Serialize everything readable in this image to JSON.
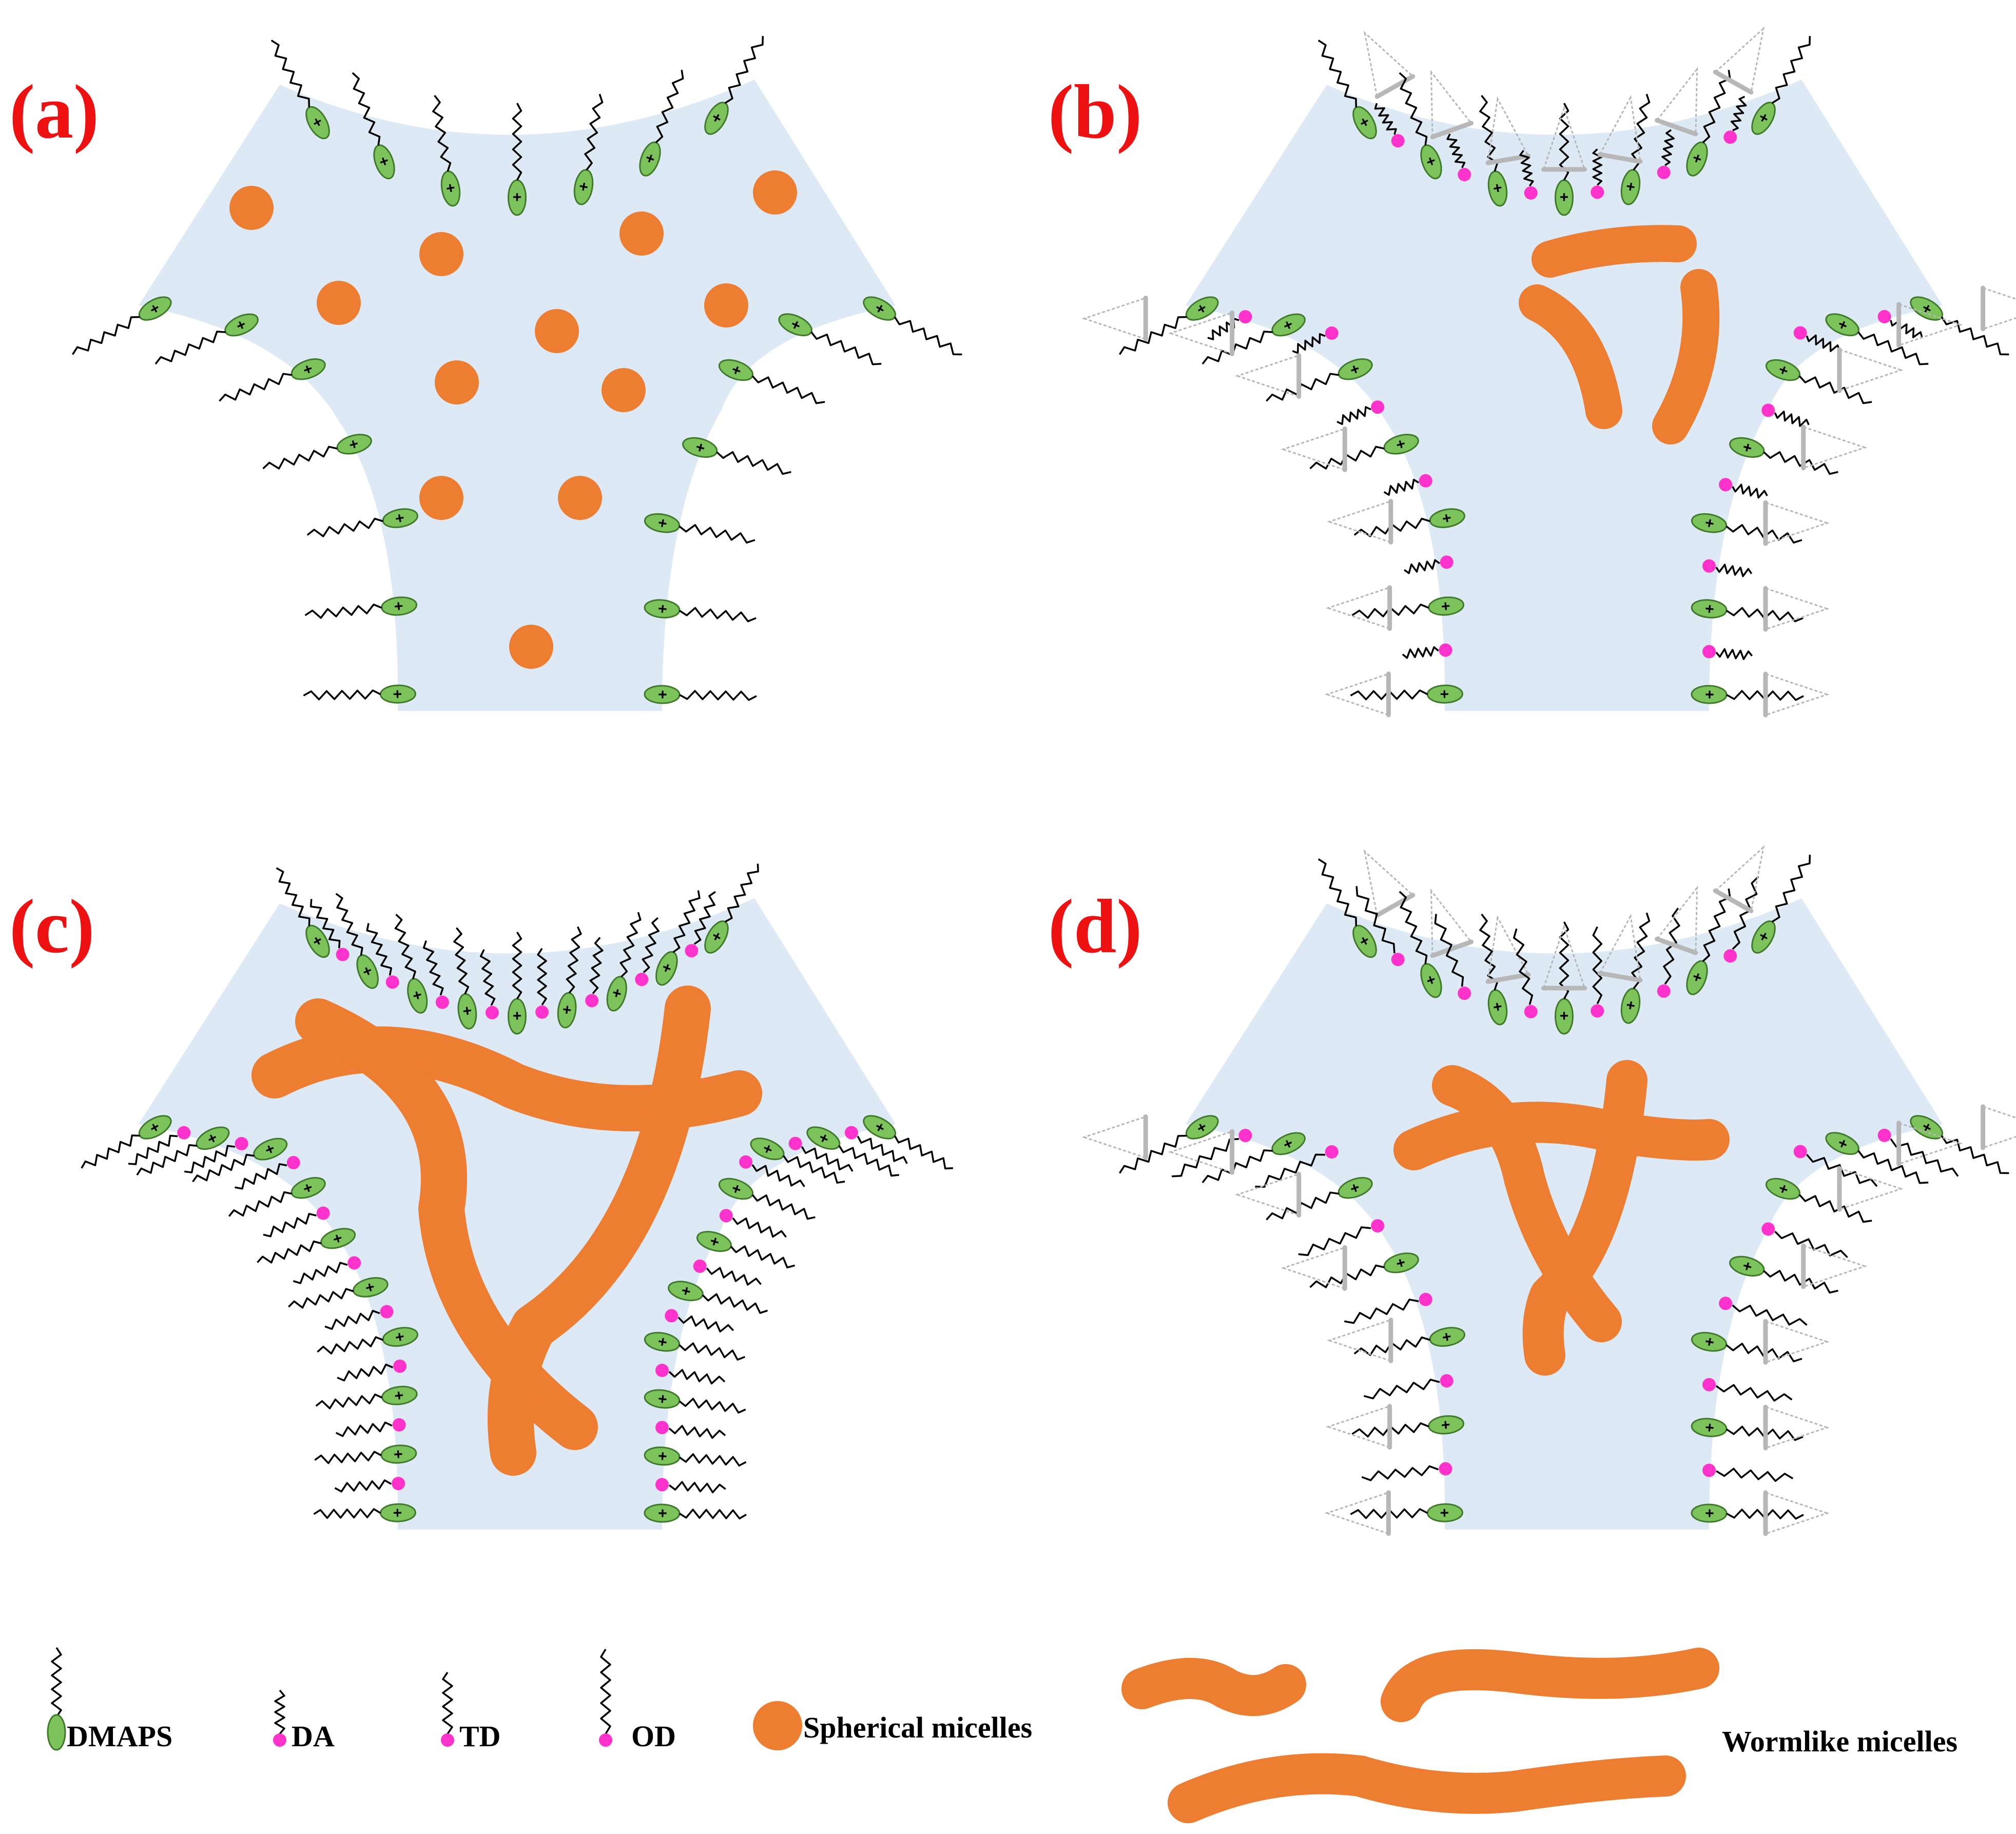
{
  "colors": {
    "background": "#ffffff",
    "channel": "#dde9f5",
    "micelle": "#ed7d31",
    "zwitterion_head": "#7dc35c",
    "zwitterion_outline": "#3f7a2a",
    "counterion": "#ff33cc",
    "label": "#ee1111",
    "wedge": "#b7b7b7"
  },
  "panels": [
    {
      "key": "a",
      "label": "(a)",
      "micelle_type": "spherical",
      "additive": "none"
    },
    {
      "key": "b",
      "label": "(b)",
      "micelle_type": "wormlike",
      "additive": "DA"
    },
    {
      "key": "c",
      "label": "(c)",
      "micelle_type": "wormlike",
      "additive": "TD"
    },
    {
      "key": "d",
      "label": "(d)",
      "micelle_type": "wormlike",
      "additive": "OD"
    }
  ],
  "legend": {
    "items": [
      {
        "key": "dmaps",
        "label": "DMAPS",
        "icon": "zwitterion-surfactant-icon"
      },
      {
        "key": "da",
        "label": "DA",
        "icon": "short-chain-surfactant-icon"
      },
      {
        "key": "td",
        "label": "TD",
        "icon": "medium-chain-surfactant-icon"
      },
      {
        "key": "od",
        "label": "OD",
        "icon": "long-chain-surfactant-icon"
      },
      {
        "key": "spherical",
        "label": "Spherical micelles",
        "icon": "spherical-micelle-icon"
      },
      {
        "key": "wormlike",
        "label": "Wormlike micelles",
        "icon": "wormlike-micelle-icon"
      }
    ]
  },
  "charge_symbols": {
    "plus": "+",
    "minus": "-"
  }
}
